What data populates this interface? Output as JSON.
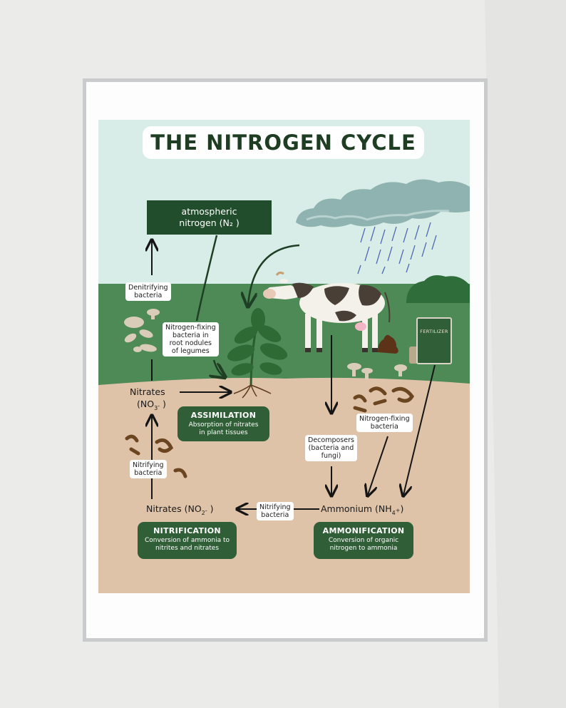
{
  "poster": {
    "title": "THE NITROGEN CYCLE",
    "atmospheric": {
      "line1": "atmospheric",
      "line2": "nitrogen (N₂ )"
    },
    "labels": {
      "denitrifying": "Denitrifying\nbacteria",
      "fixing_legumes": "Nitrogen-fixing\nbacteria in\nroot nodules\nof legumes",
      "nitrifying_left": "Nitrifying\nbacteria",
      "nitrifying_bottom": "Nitrifying\nbacteria",
      "decomposers": "Decomposers\n(bacteria and\nfungi)",
      "fixing_soil": "Nitrogen-fixing\nbacteria"
    },
    "flow": {
      "nitrates_no3_name": "Nitrates",
      "nitrates_no3_formula": "(NO",
      "no3_sub": "3",
      "no3_sup": "-",
      "nitrates_no2_name": "Nitrates (NO",
      "no2_sub": "2",
      "no2_sup": "-",
      "ammonium_name": "Ammonium (NH",
      "nh4_sub": "4",
      "nh4_sup": "+",
      "close_paren": ")"
    },
    "processes": {
      "assimilation": {
        "title": "ASSIMILATION",
        "desc": "Absorption of nitrates\nin plant tissues"
      },
      "nitrification": {
        "title": "NITRIFICATION",
        "desc": "Conversion of ammonia to\nnitrites and nitrates"
      },
      "ammonification": {
        "title": "AMMONIFICATION",
        "desc": "Conversion of organic\nnitrogen to ammonia"
      }
    },
    "fertilizer_label": "FERTILIZER"
  },
  "colors": {
    "sky": "#d8ece8",
    "grass": "#4d8a56",
    "soil": "#dfc3a8",
    "dark_green": "#214d2c",
    "process_green": "#2f5e37"
  }
}
